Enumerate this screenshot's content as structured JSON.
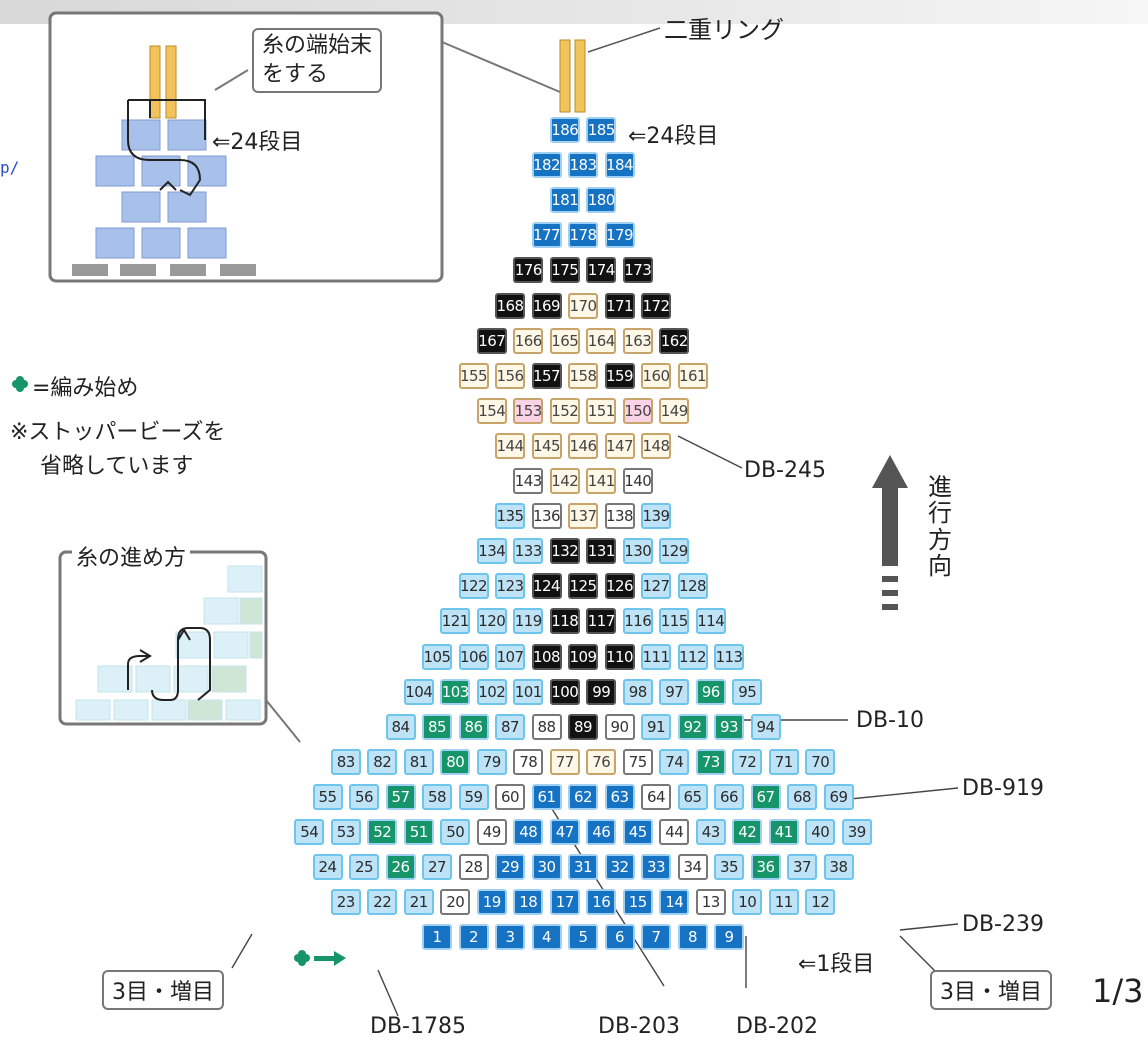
{
  "url_fragment": "p/",
  "page_indicator": "1/3",
  "inset_top_callout": "糸の端始末\nをする",
  "inset_top_row": "⇐24段目",
  "ring_label": "二重リング",
  "row24_label": "⇐24段目",
  "row1_label": "⇐1段目",
  "legend_start": "=編み始め",
  "legend_note_line1": "※ストッパービーズを",
  "legend_note_line2": "省略しています",
  "inset_path_title": "糸の進め方",
  "direction_label": "進行方向",
  "increase_left": "3目・増目",
  "increase_right": "3目・増目",
  "db_labels": {
    "db245": "DB-245",
    "db10": "DB-10",
    "db919": "DB-919",
    "db239": "DB-239",
    "db1785": "DB-1785",
    "db203": "DB-203",
    "db202": "DB-202"
  },
  "colors": {
    "dark_blue": "#1672c2",
    "light_blue": "#bfe3f6",
    "black": "#111111",
    "tan": "#fff8e6",
    "white": "#ffffff",
    "pink": "#fbd3e6",
    "green": "#16956a",
    "gold": "#f2c35a"
  },
  "legend_color_codes": {
    "d": "dark-blue",
    "l": "light-blue",
    "k": "black",
    "t": "tan",
    "w": "white",
    "p": "pink",
    "g": "green"
  },
  "rows": [
    {
      "row": 24,
      "beads": [
        [
          186,
          "d"
        ],
        [
          185,
          "d"
        ]
      ]
    },
    {
      "row": 23,
      "beads": [
        [
          182,
          "d"
        ],
        [
          183,
          "d"
        ],
        [
          184,
          "d"
        ]
      ]
    },
    {
      "row": 22,
      "beads": [
        [
          181,
          "d"
        ],
        [
          180,
          "d"
        ]
      ]
    },
    {
      "row": 21,
      "beads": [
        [
          177,
          "d"
        ],
        [
          178,
          "d"
        ],
        [
          179,
          "d"
        ]
      ]
    },
    {
      "row": 20,
      "beads": [
        [
          176,
          "k"
        ],
        [
          175,
          "k"
        ],
        [
          174,
          "k"
        ],
        [
          173,
          "k"
        ]
      ]
    },
    {
      "row": 19,
      "beads": [
        [
          168,
          "k"
        ],
        [
          169,
          "k"
        ],
        [
          170,
          "t"
        ],
        [
          171,
          "k"
        ],
        [
          172,
          "k"
        ]
      ]
    },
    {
      "row": 18,
      "beads": [
        [
          167,
          "k"
        ],
        [
          166,
          "t"
        ],
        [
          165,
          "t"
        ],
        [
          164,
          "t"
        ],
        [
          163,
          "t"
        ],
        [
          162,
          "k"
        ]
      ]
    },
    {
      "row": 17,
      "beads": [
        [
          155,
          "t"
        ],
        [
          156,
          "t"
        ],
        [
          157,
          "k"
        ],
        [
          158,
          "t"
        ],
        [
          159,
          "k"
        ],
        [
          160,
          "t"
        ],
        [
          161,
          "t"
        ]
      ]
    },
    {
      "row": 16,
      "beads": [
        [
          154,
          "t"
        ],
        [
          153,
          "p"
        ],
        [
          152,
          "t"
        ],
        [
          151,
          "t"
        ],
        [
          150,
          "p"
        ],
        [
          149,
          "t"
        ]
      ]
    },
    {
      "row": 15,
      "beads": [
        [
          144,
          "t"
        ],
        [
          145,
          "t"
        ],
        [
          146,
          "t"
        ],
        [
          147,
          "t"
        ],
        [
          148,
          "t"
        ]
      ]
    },
    {
      "row": 14,
      "beads": [
        [
          143,
          "w"
        ],
        [
          142,
          "t"
        ],
        [
          141,
          "t"
        ],
        [
          140,
          "w"
        ]
      ]
    },
    {
      "row": 13,
      "beads": [
        [
          135,
          "l"
        ],
        [
          136,
          "w"
        ],
        [
          137,
          "t"
        ],
        [
          138,
          "w"
        ],
        [
          139,
          "l"
        ]
      ]
    },
    {
      "row": 12,
      "beads": [
        [
          134,
          "l"
        ],
        [
          133,
          "l"
        ],
        [
          132,
          "k"
        ],
        [
          131,
          "k"
        ],
        [
          130,
          "l"
        ],
        [
          129,
          "l"
        ]
      ]
    },
    {
      "row": 11,
      "beads": [
        [
          122,
          "l"
        ],
        [
          123,
          "l"
        ],
        [
          124,
          "k"
        ],
        [
          125,
          "k"
        ],
        [
          126,
          "k"
        ],
        [
          127,
          "l"
        ],
        [
          128,
          "l"
        ]
      ]
    },
    {
      "row": 10,
      "beads": [
        [
          121,
          "l"
        ],
        [
          120,
          "l"
        ],
        [
          119,
          "l"
        ],
        [
          118,
          "k"
        ],
        [
          117,
          "k"
        ],
        [
          116,
          "l"
        ],
        [
          115,
          "l"
        ],
        [
          114,
          "l"
        ]
      ]
    },
    {
      "row": 9,
      "beads": [
        [
          105,
          "l"
        ],
        [
          106,
          "l"
        ],
        [
          107,
          "l"
        ],
        [
          108,
          "k"
        ],
        [
          109,
          "k"
        ],
        [
          110,
          "k"
        ],
        [
          111,
          "l"
        ],
        [
          112,
          "l"
        ],
        [
          113,
          "l"
        ]
      ]
    },
    {
      "row": 8,
      "beads": [
        [
          104,
          "l"
        ],
        [
          103,
          "g"
        ],
        [
          102,
          "l"
        ],
        [
          101,
          "l"
        ],
        [
          100,
          "k"
        ],
        [
          99,
          "k"
        ],
        [
          98,
          "l"
        ],
        [
          97,
          "l"
        ],
        [
          96,
          "g"
        ],
        [
          95,
          "l"
        ]
      ]
    },
    {
      "row": 7,
      "beads": [
        [
          84,
          "l"
        ],
        [
          85,
          "g"
        ],
        [
          86,
          "g"
        ],
        [
          87,
          "l"
        ],
        [
          88,
          "w"
        ],
        [
          89,
          "k"
        ],
        [
          90,
          "w"
        ],
        [
          91,
          "l"
        ],
        [
          92,
          "g"
        ],
        [
          93,
          "g"
        ],
        [
          94,
          "l"
        ]
      ]
    },
    {
      "row": 6,
      "beads": [
        [
          83,
          "l"
        ],
        [
          82,
          "l"
        ],
        [
          81,
          "l"
        ],
        [
          80,
          "g"
        ],
        [
          79,
          "l"
        ],
        [
          78,
          "w"
        ],
        [
          77,
          "t"
        ],
        [
          76,
          "t"
        ],
        [
          75,
          "w"
        ],
        [
          74,
          "l"
        ],
        [
          73,
          "g"
        ],
        [
          72,
          "l"
        ],
        [
          71,
          "l"
        ],
        [
          70,
          "l"
        ]
      ]
    },
    {
      "row": 5,
      "beads": [
        [
          55,
          "l"
        ],
        [
          56,
          "l"
        ],
        [
          57,
          "g"
        ],
        [
          58,
          "l"
        ],
        [
          59,
          "l"
        ],
        [
          60,
          "w"
        ],
        [
          61,
          "d"
        ],
        [
          62,
          "d"
        ],
        [
          63,
          "d"
        ],
        [
          64,
          "w"
        ],
        [
          65,
          "l"
        ],
        [
          66,
          "l"
        ],
        [
          67,
          "g"
        ],
        [
          68,
          "l"
        ],
        [
          69,
          "l"
        ]
      ]
    },
    {
      "row": 4,
      "beads": [
        [
          54,
          "l"
        ],
        [
          53,
          "l"
        ],
        [
          52,
          "g"
        ],
        [
          51,
          "g"
        ],
        [
          50,
          "l"
        ],
        [
          49,
          "w"
        ],
        [
          48,
          "d"
        ],
        [
          47,
          "d"
        ],
        [
          46,
          "d"
        ],
        [
          45,
          "d"
        ],
        [
          44,
          "w"
        ],
        [
          43,
          "l"
        ],
        [
          42,
          "g"
        ],
        [
          41,
          "g"
        ],
        [
          40,
          "l"
        ],
        [
          39,
          "l"
        ]
      ]
    },
    {
      "row": 3,
      "beads": [
        [
          24,
          "l"
        ],
        [
          25,
          "l"
        ],
        [
          26,
          "g"
        ],
        [
          27,
          "l"
        ],
        [
          28,
          "w"
        ],
        [
          29,
          "d"
        ],
        [
          30,
          "d"
        ],
        [
          31,
          "d"
        ],
        [
          32,
          "d"
        ],
        [
          33,
          "d"
        ],
        [
          34,
          "w"
        ],
        [
          35,
          "l"
        ],
        [
          36,
          "g"
        ],
        [
          37,
          "l"
        ],
        [
          38,
          "l"
        ]
      ]
    },
    {
      "row": 2,
      "beads": [
        [
          23,
          "l"
        ],
        [
          22,
          "l"
        ],
        [
          21,
          "l"
        ],
        [
          20,
          "w"
        ],
        [
          19,
          "d"
        ],
        [
          18,
          "d"
        ],
        [
          17,
          "d"
        ],
        [
          16,
          "d"
        ],
        [
          15,
          "d"
        ],
        [
          14,
          "d"
        ],
        [
          13,
          "w"
        ],
        [
          10,
          "l"
        ],
        [
          11,
          "l"
        ],
        [
          12,
          "l"
        ]
      ]
    },
    {
      "row": 1,
      "beads": [
        [
          1,
          "d"
        ],
        [
          2,
          "d"
        ],
        [
          3,
          "d"
        ],
        [
          4,
          "d"
        ],
        [
          5,
          "d"
        ],
        [
          6,
          "d"
        ],
        [
          7,
          "d"
        ],
        [
          8,
          "d"
        ],
        [
          9,
          "d"
        ]
      ]
    }
  ]
}
